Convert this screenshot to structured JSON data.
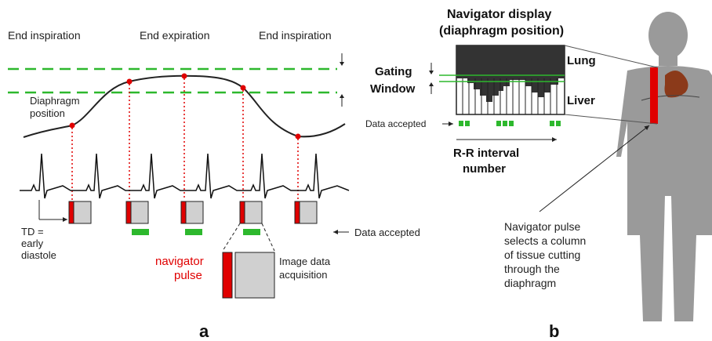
{
  "panel_a": {
    "resp_labels": [
      "End inspiration",
      "End expiration",
      "End inspiration"
    ],
    "diaphragm_label_line1": "Diaphragm",
    "diaphragm_label_line2": "position",
    "td_line1": "TD =",
    "td_line2": "early",
    "td_line3": "diastole",
    "data_accepted": "Data accepted",
    "navigator_line1": "navigator",
    "navigator_line2": "pulse",
    "image_line1": "Image data",
    "image_line2": "acquisition",
    "panel_letter": "a",
    "colors": {
      "gating": "#2db82d",
      "navigator": "#e00000",
      "curve": "#222222",
      "box": "#d0d0d0"
    }
  },
  "panel_b": {
    "title_line1": "Navigator display",
    "title_line2": "(diaphragm position)",
    "gating_line1": "Gating",
    "gating_line2": "Window",
    "lung": "Lung",
    "liver": "Liver",
    "data_accepted": "Data accepted",
    "rr_line1": "R-R interval",
    "rr_line2": "number",
    "caption_lines": [
      "Navigator pulse",
      "selects a column",
      "of tissue cutting",
      "through the",
      "diaphragm"
    ],
    "panel_letter": "b",
    "colors": {
      "body": "#9a9a9a",
      "heart": "#8b3a1a",
      "display_dark": "#333333"
    }
  }
}
